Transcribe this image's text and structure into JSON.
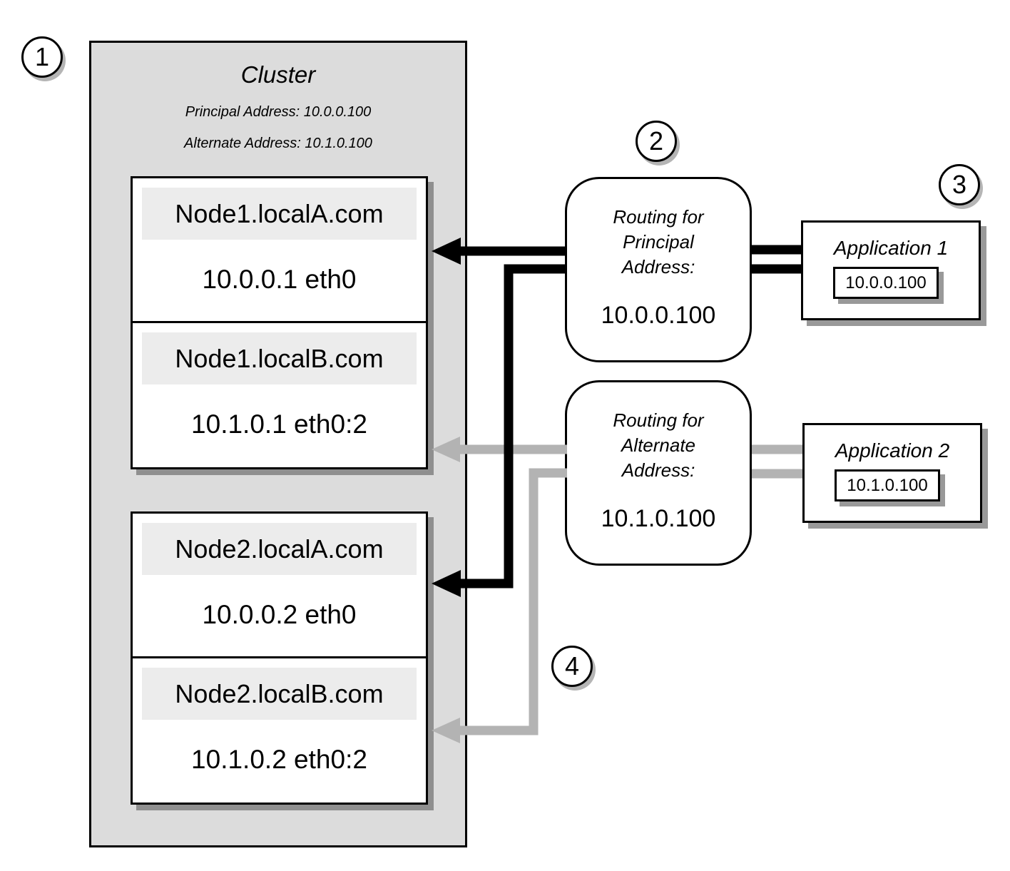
{
  "colors": {
    "arrow_principal": "#000000",
    "arrow_alternate": "#b3b3b3",
    "cluster_bg": "#dcdcdc",
    "hostname_band_bg": "#ececec"
  },
  "badges": [
    "1",
    "2",
    "3",
    "4"
  ],
  "cluster": {
    "title": "Cluster",
    "principal_line": "Principal Address: 10.0.0.100",
    "alternate_line": "Alternate Address: 10.1.0.100",
    "node1": {
      "iface_a": {
        "hostname": "Node1.localA.com",
        "address": "10.0.0.1 eth0"
      },
      "iface_b": {
        "hostname": "Node1.localB.com",
        "address": "10.1.0.1 eth0:2"
      }
    },
    "node2": {
      "iface_a": {
        "hostname": "Node2.localA.com",
        "address": "10.0.0.2 eth0"
      },
      "iface_b": {
        "hostname": "Node2.localB.com",
        "address": "10.1.0.2 eth0:2"
      }
    }
  },
  "routing_principal": {
    "label": "Routing for\nPrincipal\nAddress:",
    "address": "10.0.0.100"
  },
  "routing_alternate": {
    "label": "Routing for\nAlternate\nAddress:",
    "address": "10.1.0.100"
  },
  "application1": {
    "title": "Application 1",
    "address": "10.0.0.100"
  },
  "application2": {
    "title": "Application 2",
    "address": "10.1.0.100"
  }
}
